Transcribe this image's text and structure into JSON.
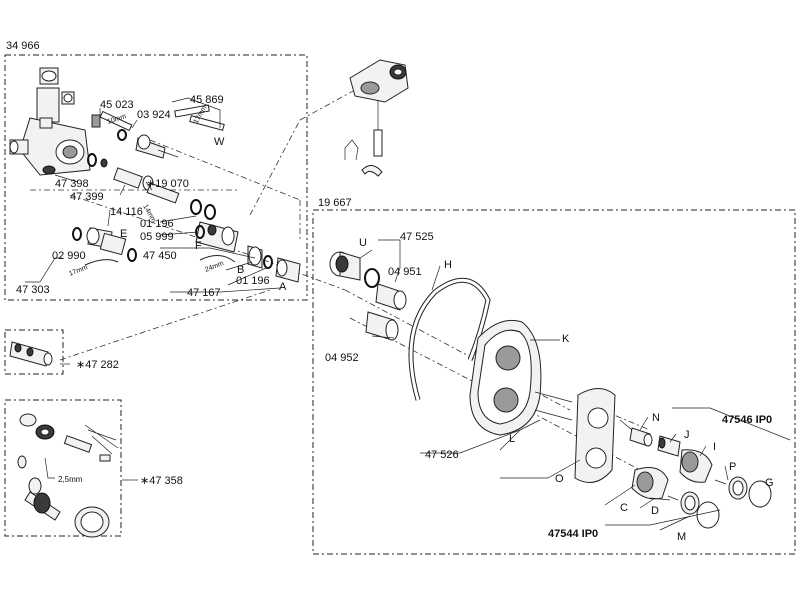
{
  "groups": {
    "body_kit": "34 966",
    "trim_kit": "19 667"
  },
  "labels": {
    "p45023": "45 023",
    "p03924": "03 924",
    "p45869": "45 869",
    "p47398": "47 398",
    "p47399": "47 399",
    "p19070": "∗19 070",
    "p14116": "14 116",
    "p01196a": "01 196",
    "p05999": "05 999",
    "p02990": "02 990",
    "p47450": "47 450",
    "p47303": "47 303",
    "p47167": "47 167",
    "p01196b": "01 196",
    "p47282": "∗47 282",
    "p47358": "∗47 358",
    "p47525": "47 525",
    "p04951": "04 951",
    "p04952": "04 952",
    "p47526": "47 526",
    "p47546": "47546 IP0",
    "p47544": "47544 IP0"
  },
  "letters": {
    "W": "W",
    "E": "E",
    "F": "F",
    "B": "B",
    "A": "A",
    "U": "U",
    "H": "H",
    "K": "K",
    "L": "L",
    "O": "O",
    "N": "N",
    "J": "J",
    "I": "I",
    "P": "P",
    "G": "G",
    "C": "C",
    "D": "D",
    "M": "M"
  },
  "dimensions": {
    "d10a": "10mm",
    "d17a": "17mm",
    "d14": "14mm",
    "d24": "24mm",
    "d17b": "17mm",
    "d25": "2,5mm"
  }
}
